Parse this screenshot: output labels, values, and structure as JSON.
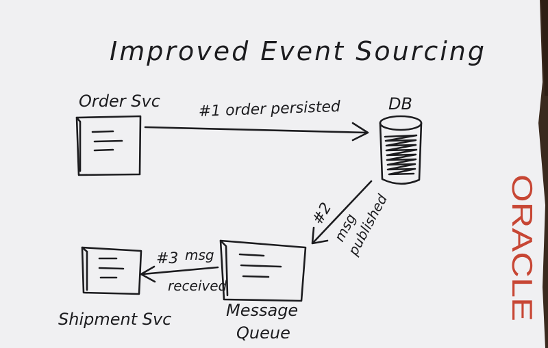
{
  "title": "Improved Event Sourcing",
  "nodes": {
    "order_svc": "Order Svc",
    "db": "DB",
    "message_queue_line1": "Message",
    "message_queue_line2": "Queue",
    "shipment_svc": "Shipment Svc"
  },
  "edges": {
    "step1": "#1 order persisted",
    "step2_num": "#2",
    "step2_line1": "msg",
    "step2_line2": "published",
    "step3_num": "#3",
    "step3_line1": "msg",
    "step3_line2": "received"
  },
  "logo": {
    "text": "ORACLE",
    "color": "#c74634"
  },
  "colors": {
    "paper": "#f1f1f3",
    "ink": "#1c1c1f"
  }
}
